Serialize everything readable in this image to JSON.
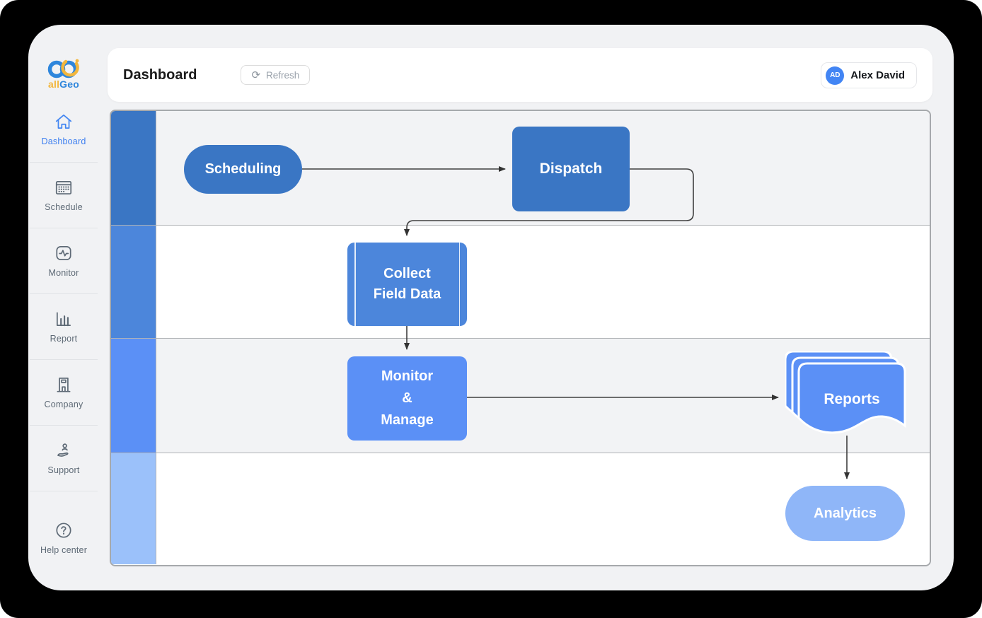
{
  "brand": {
    "prefix": "all",
    "suffix": "Geo"
  },
  "header": {
    "title": "Dashboard",
    "refresh_button": "Refresh",
    "user": {
      "initials": "AD",
      "name": "Alex David"
    }
  },
  "sidebar": {
    "items": [
      {
        "label": "Dashboard",
        "icon": "home-icon",
        "active": true
      },
      {
        "label": "Schedule",
        "icon": "calendar-icon",
        "active": false
      },
      {
        "label": "Monitor",
        "icon": "monitor-icon",
        "active": false
      },
      {
        "label": "Report",
        "icon": "report-icon",
        "active": false
      },
      {
        "label": "Company",
        "icon": "company-icon",
        "active": false
      },
      {
        "label": "Support",
        "icon": "support-icon",
        "active": false
      },
      {
        "label": "Help center",
        "icon": "help-icon",
        "active": false
      }
    ]
  },
  "flowchart": {
    "lanes": [
      {
        "band_color": "#3A76C4",
        "body_color": "#F2F3F5"
      },
      {
        "band_color": "#4C86DB",
        "body_color": "#FFFFFF"
      },
      {
        "band_color": "#5B90F6",
        "body_color": "#F2F3F5"
      },
      {
        "band_color": "#9BC1FA",
        "body_color": "#FFFFFF"
      }
    ],
    "nodes": {
      "scheduling": {
        "label": "Scheduling",
        "type": "terminator",
        "color": "#3A76C4"
      },
      "dispatch": {
        "label": "Dispatch",
        "type": "process",
        "color": "#3A76C4"
      },
      "collect": {
        "line1": "Collect",
        "line2": "Field Data",
        "type": "predefined-process",
        "color": "#4C86DB"
      },
      "monitor": {
        "line1": "Monitor",
        "line2": "&",
        "line3": "Manage",
        "type": "process",
        "color": "#5B90F6"
      },
      "reports": {
        "label": "Reports",
        "type": "multi-document",
        "color": "#5B90F6"
      },
      "analytics": {
        "label": "Analytics",
        "type": "terminator",
        "color": "#8FB6F8"
      }
    },
    "edges": [
      {
        "from": "scheduling",
        "to": "dispatch"
      },
      {
        "from": "dispatch",
        "to": "collect"
      },
      {
        "from": "collect",
        "to": "monitor"
      },
      {
        "from": "monitor",
        "to": "reports"
      },
      {
        "from": "reports",
        "to": "analytics"
      }
    ]
  },
  "colors": {
    "frame": "#000000",
    "app_background": "#F1F2F4",
    "accent_blue": "#4285F4",
    "logo_yellow": "#F2B63C",
    "logo_blue": "#2E86DC",
    "sidebar_text": "#5E6A76",
    "connector": "#3F3F3F",
    "board_border": "#A6A9AC"
  }
}
